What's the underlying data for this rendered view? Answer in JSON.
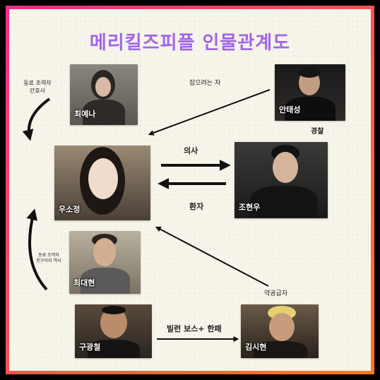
{
  "title": "메리킬즈피플 인물관계도",
  "people": {
    "choi_yena": "최예나",
    "an_taesung": "안태성",
    "woo_sojung": "우소정",
    "cho_hyunwoo": "조현우",
    "choi_daehyun": "최대현",
    "gu_gwangcheol": "구광철",
    "kim_sihyun": "김시현"
  },
  "relations": {
    "colleague_nurse_line1": "동료 조력자",
    "colleague_nurse_line2": "간호사",
    "chasing": "잡으려는 자",
    "police": "경찰",
    "doctor": "의사",
    "patient": "환자",
    "colleague_friend_line1": "동료 조력자",
    "colleague_friend_line2": "친구이자 역사",
    "drug_supplier": "약공급자",
    "villain_boss": "빌런 보스+ 한패"
  },
  "colors": {
    "title": "#a066e8",
    "frame_start": "#ff2a8a",
    "frame_end": "#ff7a1a",
    "background": "#f7f4ea"
  }
}
